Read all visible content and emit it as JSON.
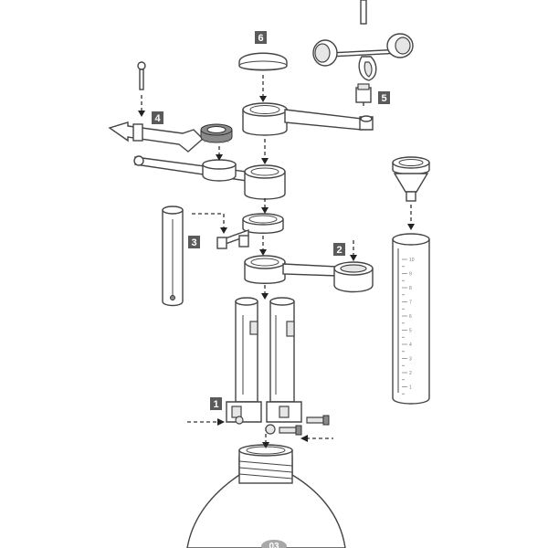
{
  "callouts": [
    {
      "id": "1",
      "label": "1"
    },
    {
      "id": "2",
      "label": "2"
    },
    {
      "id": "3",
      "label": "3"
    },
    {
      "id": "4",
      "label": "4"
    },
    {
      "id": "5",
      "label": "5"
    },
    {
      "id": "6",
      "label": "6"
    }
  ],
  "rain_gauge_scale": [
    "10",
    "9",
    "8",
    "7",
    "6",
    "5",
    "4",
    "3",
    "2",
    "1"
  ],
  "page_number": "03",
  "colors": {
    "line": "#444444",
    "badge": "#5a5a5a",
    "background": "#ffffff"
  }
}
